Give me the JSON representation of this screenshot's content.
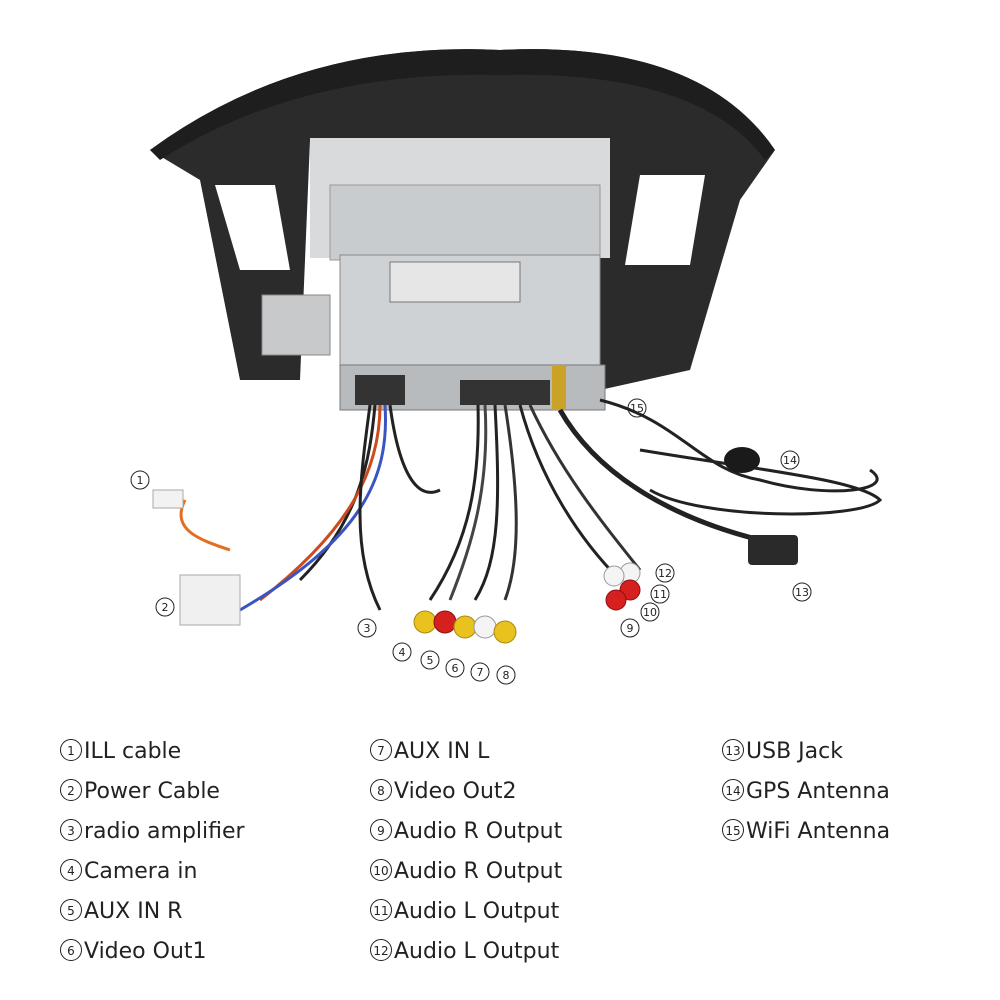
{
  "callouts": [
    "1",
    "2",
    "3",
    "4",
    "5",
    "6",
    "7",
    "8",
    "9",
    "10",
    "11",
    "12",
    "13",
    "14",
    "15"
  ],
  "legend": {
    "col1": [
      {
        "n": "1",
        "label": "ILL cable"
      },
      {
        "n": "2",
        "label": "Power Cable"
      },
      {
        "n": "3",
        "label": "radio amplifier"
      },
      {
        "n": "4",
        "label": "Camera in"
      },
      {
        "n": "5",
        "label": "AUX IN R"
      },
      {
        "n": "6",
        "label": "Video Out1"
      }
    ],
    "col2": [
      {
        "n": "7",
        "label": "AUX IN L"
      },
      {
        "n": "8",
        "label": "Video Out2"
      },
      {
        "n": "9",
        "label": "Audio R Output"
      },
      {
        "n": "10",
        "label": "Audio R Output"
      },
      {
        "n": "11",
        "label": "Audio L Output"
      },
      {
        "n": "12",
        "label": "Audio L Output"
      }
    ],
    "col3": [
      {
        "n": "13",
        "label": "USB Jack"
      },
      {
        "n": "14",
        "label": "GPS Antenna"
      },
      {
        "n": "15",
        "label": "WiFi Antenna"
      }
    ]
  }
}
